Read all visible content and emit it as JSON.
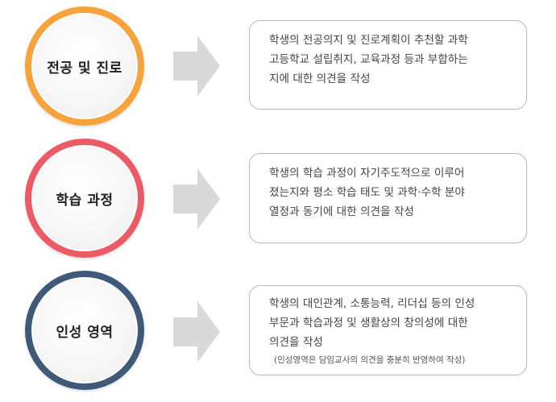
{
  "colors": {
    "orange": "#f5a33a",
    "red": "#ec5a66",
    "navy": "#3f5a78",
    "arrow": "#d9d9d9"
  },
  "rows": [
    {
      "title": "전공 및 진로",
      "lines": [
        "학생의 전공의지 및 진로계획이 추천할 과학",
        "고등학교 설립취지, 교육과정 등과 부합하는",
        "지에 대한 의견을 작성"
      ],
      "note": ""
    },
    {
      "title": "학습 과정",
      "lines": [
        "학생의 학습 과정이 자기주도적으로 이루어",
        "졌는지와 평소 학습 태도 및 과학·수학 분야",
        "열정과 동기에 대한 의견을 작성"
      ],
      "note": ""
    },
    {
      "title": "인성 영역",
      "lines": [
        "학생의 대인관계, 소통능력, 리더십 등의 인성",
        "부문과 학습과정 및 생활상의 창의성에 대한",
        "의견을 작성"
      ],
      "note": "(인성영역은 담임교사의 의견을 충분히 반영하여 작성)"
    }
  ]
}
